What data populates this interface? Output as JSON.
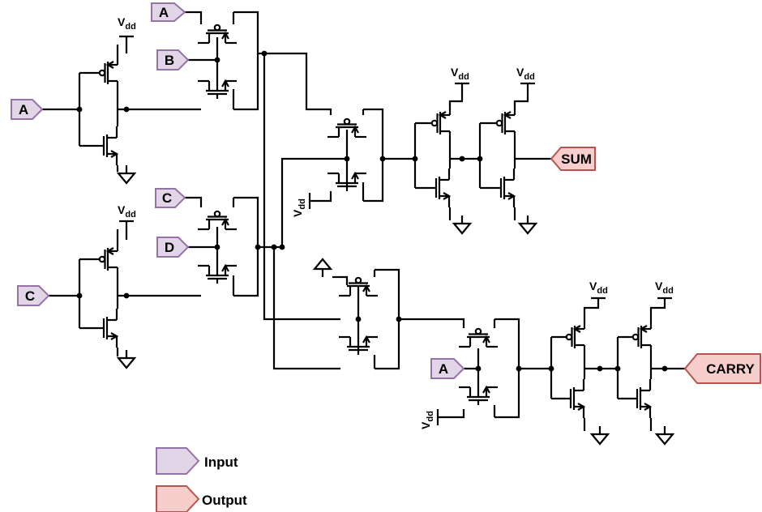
{
  "inputs": {
    "a_top": "A",
    "a_left": "A",
    "b": "B",
    "c_mid": "C",
    "c_left": "C",
    "d": "D",
    "a_carry": "A"
  },
  "outputs": {
    "sum": "SUM",
    "carry": "CARRY"
  },
  "supply": {
    "vdd_main": "V",
    "vdd_sub": "dd"
  },
  "legend": {
    "input": "Input",
    "output": "Output"
  },
  "colors": {
    "input_fill": "#e1d5e7",
    "input_stroke": "#9673a6",
    "output_fill": "#f8cecc",
    "output_stroke": "#b85450",
    "wire": "#000000"
  }
}
